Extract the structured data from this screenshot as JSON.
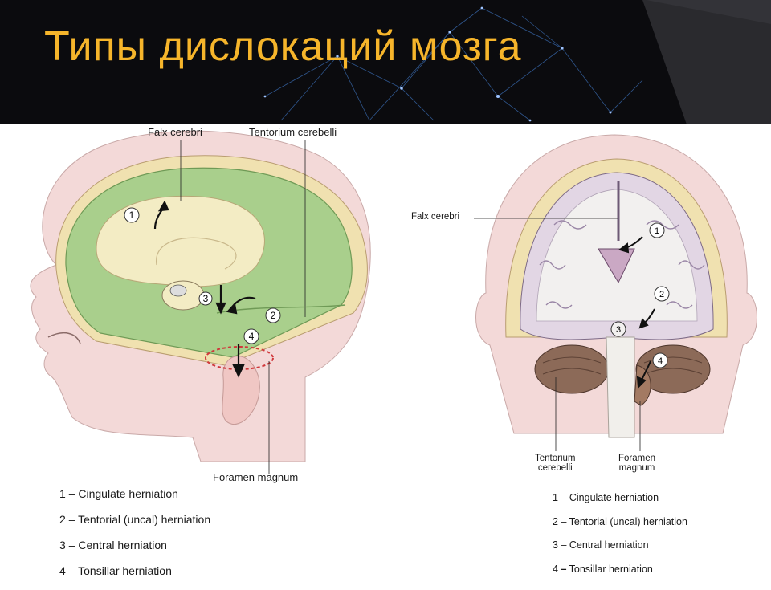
{
  "slide": {
    "title": "Типы дислокаций мозга"
  },
  "sagittal_view": {
    "labels": {
      "falx": "Falx cerebri",
      "tentorium": "Tentorium cerebelli",
      "foramen": "Foramen magnum"
    },
    "markers": [
      "1",
      "2",
      "3",
      "4"
    ]
  },
  "coronal_view": {
    "labels": {
      "falx": "Falx cerebri",
      "tentorium_line1": "Tentorium",
      "tentorium_line2": "cerebelli",
      "foramen_line1": "Foramen",
      "foramen_line2": "magnum"
    },
    "markers": [
      "1",
      "2",
      "3",
      "4"
    ]
  },
  "legend": [
    {
      "num": "1",
      "text": "Cingulate herniation"
    },
    {
      "num": "2",
      "text": "Tentorial (uncal) herniation"
    },
    {
      "num": "3",
      "text": "Central herniation"
    },
    {
      "num": "4",
      "text": "Tonsillar herniation"
    }
  ],
  "legend_dash": "–",
  "colors": {
    "title": "#f6b52b",
    "banner": "#0b0b0e",
    "skin": "#f3d9d8",
    "dura_green": "#a9cf8c",
    "brain_yellow": "#f3ecc4",
    "cerebellum": "#8c6a58",
    "herniation_ring": "#d0383b"
  }
}
